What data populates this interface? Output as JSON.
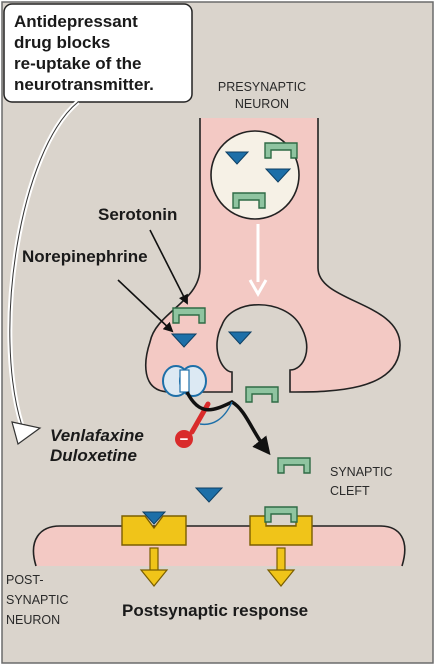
{
  "callout": {
    "lines": [
      "Antidepressant",
      "drug blocks",
      "re-uptake of the",
      "neurotransmitter."
    ]
  },
  "labels": {
    "presynaptic": [
      "PRESYNAPTIC",
      "NEURON"
    ],
    "serotonin": "Serotonin",
    "norepinephrine": "Norepinephrine",
    "synaptic_cleft": [
      "SYNAPTIC",
      "CLEFT"
    ],
    "postsynaptic_neuron": [
      "POST-",
      "SYNAPTIC",
      "NEURON"
    ],
    "drugs": [
      "Venlafaxine",
      "Duloxetine"
    ],
    "inhibit_symbol": "−",
    "response": "Postsynaptic response"
  },
  "colors": {
    "background": "#dad4cc",
    "neuron_pink": "#f3c9c4",
    "vesicle_fill": "#f6f1e6",
    "serotonin_green": "#8fc4a0",
    "serotonin_stroke": "#2f6b45",
    "norepinephrine_blue": "#1d6fa8",
    "receptor_yellow": "#f0c419",
    "inhibit_red": "#d92b2b"
  }
}
